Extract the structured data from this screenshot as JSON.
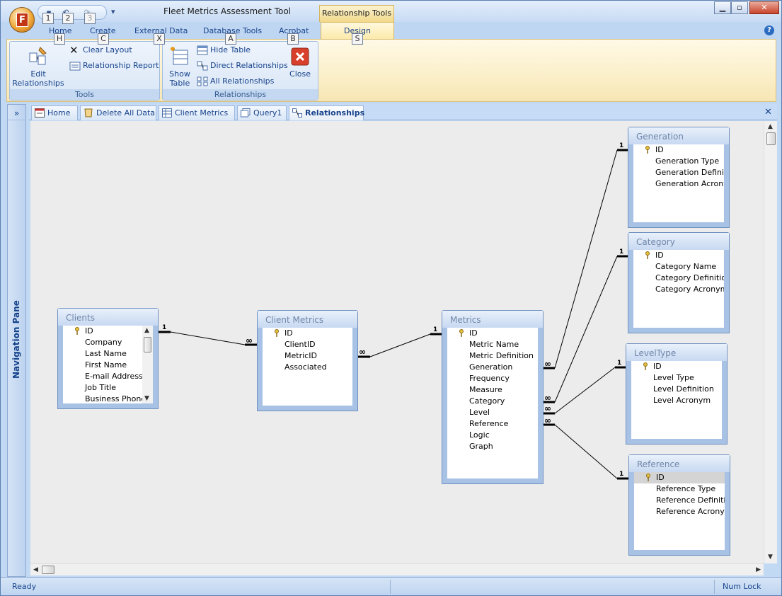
{
  "window": {
    "title": "Fleet Metrics Assessment Tool",
    "context_tab_group": "Relationship Tools",
    "office_button_letter": "F"
  },
  "quick_access": {
    "keytips": [
      "1",
      "2",
      "3"
    ]
  },
  "ribbon_tabs": [
    {
      "label": "Home",
      "keytip": "H"
    },
    {
      "label": "Create",
      "keytip": "C"
    },
    {
      "label": "External Data",
      "keytip": "X"
    },
    {
      "label": "Database Tools",
      "keytip": "A"
    },
    {
      "label": "Acrobat",
      "keytip": "B"
    },
    {
      "label": "Design",
      "keytip": "S"
    }
  ],
  "ribbon": {
    "tools_group": {
      "label": "Tools",
      "edit_relationships": "Edit Relationships",
      "clear_layout": "Clear Layout",
      "relationship_report": "Relationship Report"
    },
    "relationships_group": {
      "label": "Relationships",
      "show_table": "Show Table",
      "hide_table": "Hide Table",
      "direct_relationships": "Direct Relationships",
      "all_relationships": "All Relationships",
      "close": "Close"
    }
  },
  "nav_pane": {
    "label": "Navigation Pane",
    "toggle": "»"
  },
  "doc_tabs": [
    {
      "label": "Home",
      "icon": "form-icon"
    },
    {
      "label": "Delete All Data",
      "icon": "macro-icon"
    },
    {
      "label": "Client Metrics",
      "icon": "table-icon"
    },
    {
      "label": "Query1",
      "icon": "query-icon"
    },
    {
      "label": "Relationships",
      "icon": "relationships-icon",
      "active": true
    }
  ],
  "tables": {
    "clients": {
      "title": "Clients",
      "fields": [
        "ID",
        "Company",
        "Last Name",
        "First Name",
        "E-mail Address",
        "Job Title",
        "Business Phone"
      ]
    },
    "client_metrics": {
      "title": "Client Metrics",
      "fields": [
        "ID",
        "ClientID",
        "MetricID",
        "Associated"
      ]
    },
    "metrics": {
      "title": "Metrics",
      "fields": [
        "ID",
        "Metric Name",
        "Metric Definition",
        "Generation",
        "Frequency",
        "Measure",
        "Category",
        "Level",
        "Reference",
        "Logic",
        "Graph"
      ]
    },
    "generation": {
      "title": "Generation",
      "fields": [
        "ID",
        "Generation Type",
        "Generation Definit",
        "Generation Acrony"
      ]
    },
    "category": {
      "title": "Category",
      "fields": [
        "ID",
        "Category Name",
        "Category Definitior",
        "Category Acronym"
      ]
    },
    "leveltype": {
      "title": "LevelType",
      "fields": [
        "ID",
        "Level Type",
        "Level Definition",
        "Level Acronym"
      ]
    },
    "reference": {
      "title": "Reference",
      "fields": [
        "ID",
        "Reference Type",
        "Reference Definitic",
        "Reference Acronym"
      ]
    }
  },
  "relationship_labels": {
    "one": "1",
    "many": "∞"
  },
  "status": {
    "left": "Ready",
    "right": "Num Lock"
  }
}
